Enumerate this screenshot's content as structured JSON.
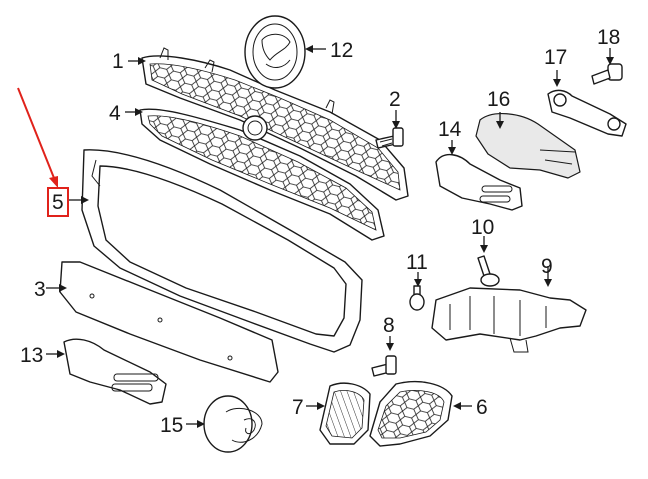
{
  "colors": {
    "line": "#1a1a1a",
    "background": "#ffffff",
    "highlight": "#e0221b"
  },
  "callouts": [
    {
      "id": "1",
      "label": "1"
    },
    {
      "id": "2",
      "label": "2"
    },
    {
      "id": "3",
      "label": "3"
    },
    {
      "id": "4",
      "label": "4"
    },
    {
      "id": "5",
      "label": "5",
      "highlighted": true
    },
    {
      "id": "6",
      "label": "6"
    },
    {
      "id": "7",
      "label": "7"
    },
    {
      "id": "8",
      "label": "8"
    },
    {
      "id": "9",
      "label": "9"
    },
    {
      "id": "10",
      "label": "10"
    },
    {
      "id": "11",
      "label": "11"
    },
    {
      "id": "12",
      "label": "12"
    },
    {
      "id": "13",
      "label": "13"
    },
    {
      "id": "14",
      "label": "14"
    },
    {
      "id": "15",
      "label": "15"
    },
    {
      "id": "16",
      "label": "16"
    },
    {
      "id": "17",
      "label": "17"
    },
    {
      "id": "18",
      "label": "18"
    }
  ]
}
